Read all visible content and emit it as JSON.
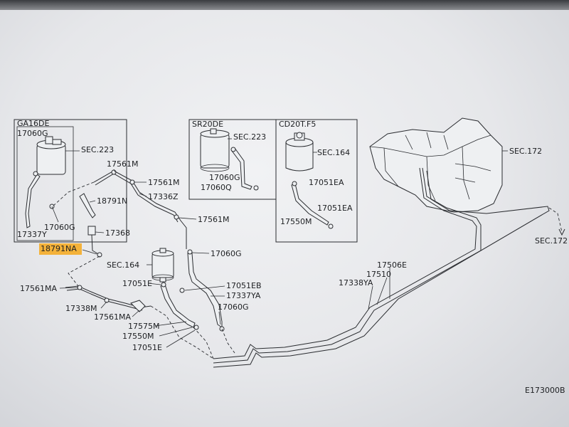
{
  "boxes": {
    "ga16de": {
      "title": "GA16DE",
      "labels": [
        "17060G",
        "SEC.223",
        "17060G",
        "17337Y"
      ]
    },
    "sr20de": {
      "title": "SR20DE",
      "labels": [
        "SEC.223",
        "17060G",
        "17060Q"
      ]
    },
    "cd20t": {
      "title": "CD20T.F5",
      "labels": [
        "SEC.164",
        "17051EA",
        "17051EA",
        "17550M"
      ]
    }
  },
  "parts": {
    "p17561m_a": "17561M",
    "p17561m_b": "17561M",
    "p18791n": "18791N",
    "p17336z": "17336Z",
    "p17561m_c": "17561M",
    "p17368": "17368",
    "p18791na": "18791NA",
    "p17060g_main": "17060G",
    "psec164": "SEC.164",
    "p17051e_a": "17051E",
    "p17051eb": "17051EB",
    "p17337ya": "17337YA",
    "p17060g_low": "17060G",
    "p17561ma_a": "17561MA",
    "p17338m": "17338M",
    "p17561ma_b": "17561MA",
    "p17575m": "17575M",
    "p17550m": "17550M",
    "p17051e_b": "17051E",
    "p17506e": "17506E",
    "p17510": "17510",
    "p17338ya": "17338YA",
    "psec172_a": "SEC.172",
    "psec172_b": "SEC.172",
    "diagram_code": "E173000B"
  }
}
